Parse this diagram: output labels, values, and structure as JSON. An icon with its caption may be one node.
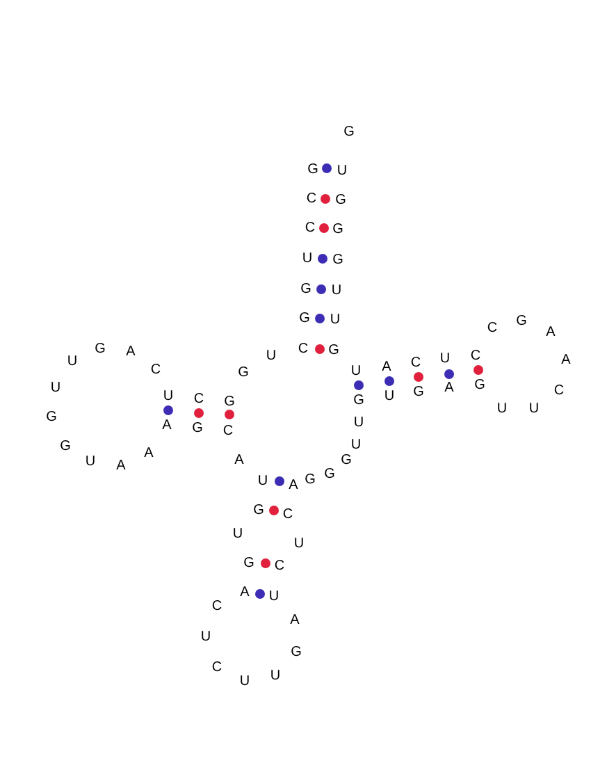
{
  "diagram": {
    "labels": [
      "G",
      "G",
      "U",
      "C",
      "G",
      "C",
      "G",
      "U",
      "G",
      "G",
      "U",
      "G",
      "U",
      "C",
      "G",
      "A",
      "C",
      "G",
      "G",
      "A",
      "U",
      "U",
      "A",
      "U",
      "C",
      "C",
      "A",
      "C",
      "U",
      "G",
      "U",
      "C",
      "G",
      "A",
      "G",
      "U",
      "U",
      "C",
      "G",
      "G",
      "U",
      "U",
      "G",
      "U",
      "A",
      "G",
      "C",
      "U",
      "G",
      "A",
      "G",
      "U",
      "A",
      "A",
      "G",
      "G",
      "U",
      "A",
      "G",
      "C",
      "U",
      "U",
      "G",
      "C",
      "A",
      "U",
      "C",
      "A",
      "U",
      "G",
      "C",
      "U",
      "U"
    ]
  }
}
